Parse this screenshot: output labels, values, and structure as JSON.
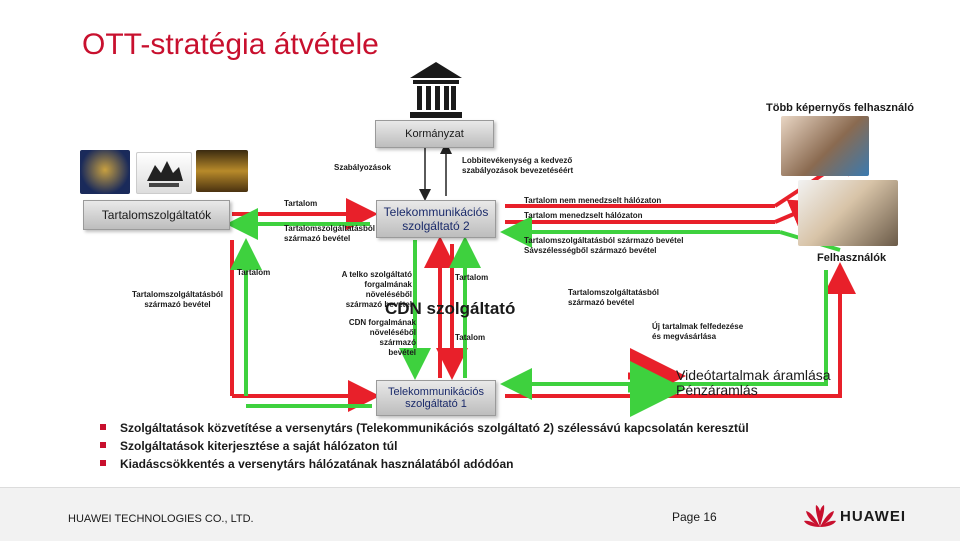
{
  "title": "OTT-stratégia átvétele",
  "top_right_label": "Több képernyős felhasználó",
  "users_label": "Felhasználók",
  "nodes": {
    "government": "Kormányzat",
    "content_providers": "Tartalomszolgáltatók",
    "telco2": [
      "Telekommunikációs",
      "szolgáltató 2"
    ],
    "cdn": "CDN szolgáltató",
    "telco1": [
      "Telekommunikációs",
      "szolgáltató 1"
    ]
  },
  "labels": {
    "regulations": "Szabályozások",
    "lobbying": [
      "Lobbitevékenység a kedvező",
      "szabályozások bevezetéséért"
    ],
    "content_a": "Tartalom",
    "content_revenue_a": [
      "Tartalomszolgáltatásból",
      "származó bevétel"
    ],
    "unmanaged": "Tartalom nem menedzselt hálózaton",
    "managed": "Tartalom menedzselt hálózaton",
    "right_revenue": [
      "Tartalomszolgáltatásból származó bevétel",
      "Sávszélességből származó bevétel"
    ],
    "left_revenue": [
      "Tartalomszolgáltatásból",
      "származó bevétel"
    ],
    "content_b": "Tartalom",
    "telco_revenue": [
      "A telko szolgáltató",
      "forgalmának növeléséből",
      "származó bevétel"
    ],
    "content_c": "Tartalom",
    "cdn_revenue": [
      "CDN forgalmának",
      "növeléséből származó",
      "bevétel"
    ],
    "tatalom": "Tatalom",
    "content_revenue_c": [
      "Tartalomszolgáltatásból",
      "származó bevétel"
    ],
    "new_content": [
      "Új tartalmak felfedezése",
      "és megvásárlása"
    ]
  },
  "legend": {
    "video": "Videótartalmak áramlása",
    "money": "Pénzáramlás",
    "video_color": "#e8202a",
    "money_color": "#3ed13e"
  },
  "bullets": [
    "Szolgáltatások közvetítése a versenytárs (Telekommunikációs szolgáltató 2) szélessávú kapcsolatán keresztül",
    "Szolgáltatások kiterjesztése a saját hálózaton túl",
    "Kiadáscsökkentés a versenytárs hálózatának használatából adódóan"
  ],
  "footer": {
    "company": "HUAWEI TECHNOLOGIES CO., LTD.",
    "page": "Page 16",
    "brand": "HUAWEI"
  },
  "colors": {
    "title": "#c8102e",
    "bullet": "#c8102e",
    "box": "#d3d3d3"
  }
}
